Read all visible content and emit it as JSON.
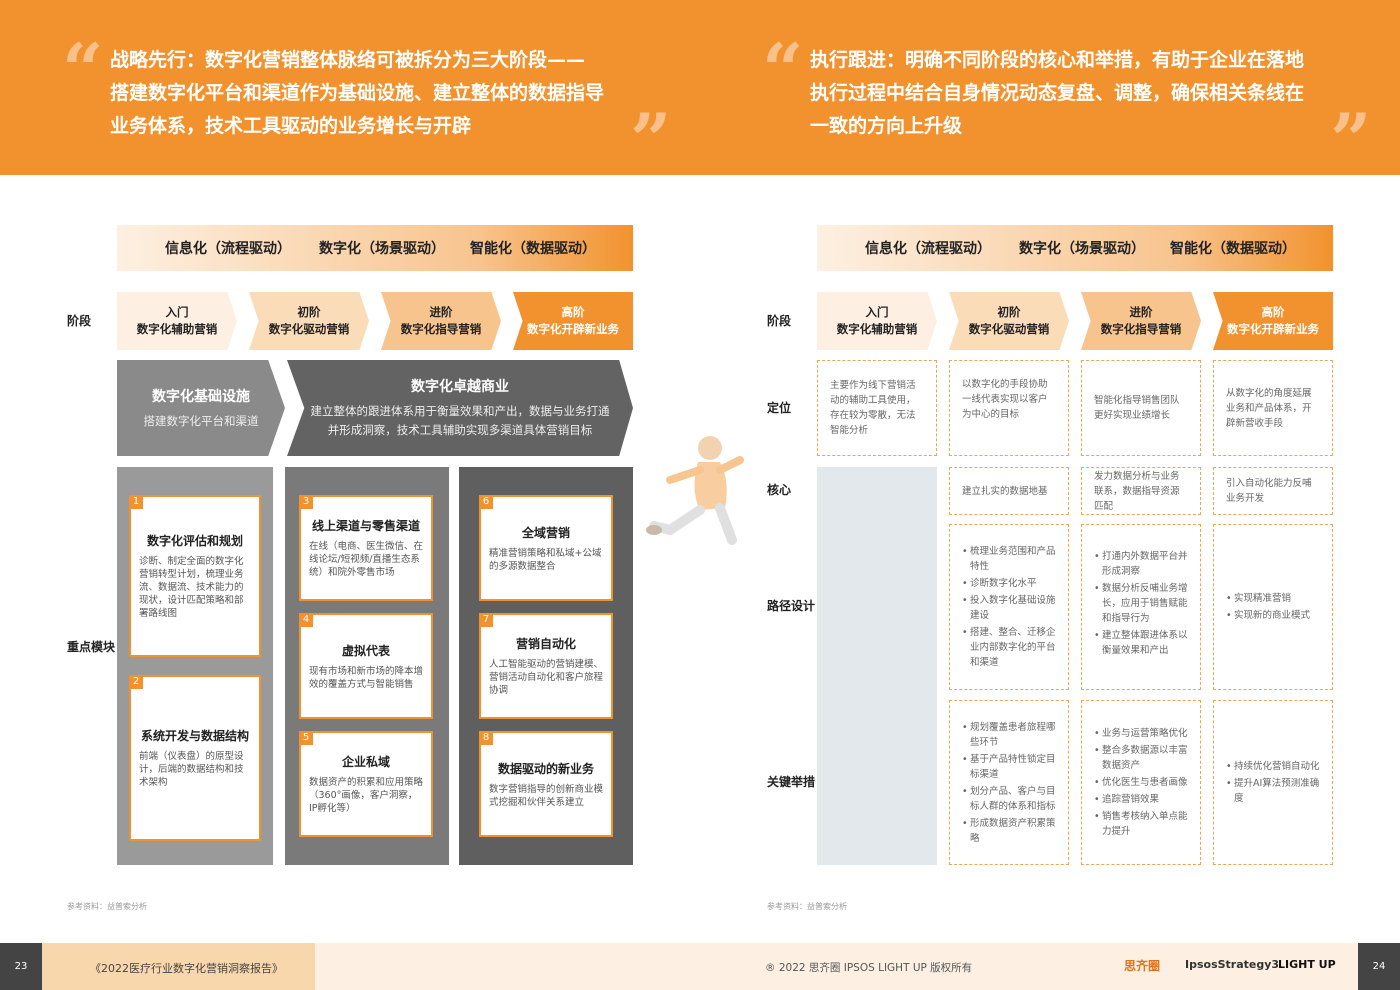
{
  "left_quote": {
    "lines": [
      "战略先行：数字化营销整体脉络可被拆分为三大阶段——",
      "搭建数字化平台和渠道作为基础设施、建立整体的数据指导",
      "业务体系，技术工具驱动的业务增长与开辟"
    ]
  },
  "right_quote": {
    "lines": [
      "执行跟进：明确不同阶段的核心和举措，有助于企业在落地",
      "执行过程中结合自身情况动态复盘、调整，确保相关条线在",
      "一致的方向上升级"
    ]
  },
  "phase_header": [
    "信息化（流程驱动）",
    "数字化（场景驱动）",
    "智能化（数据驱动）"
  ],
  "stage_label": "阶段",
  "stages": [
    {
      "l1": "入门",
      "l2": "数字化辅助营销"
    },
    {
      "l1": "初阶",
      "l2": "数字化驱动营销"
    },
    {
      "l1": "进阶",
      "l2": "数字化指导营销"
    },
    {
      "l1": "高阶",
      "l2": "数字化开辟新业务"
    }
  ],
  "infra": {
    "title": "数字化基础设施",
    "sub": "搭建数字化平台和渠道"
  },
  "excellence": {
    "title": "数字化卓越商业",
    "sub1": "建立整体的跟进体系用于衡量效果和产出，数据与业务打通",
    "sub2": "并形成洞察，技术工具辅助实现多渠道具体营销目标"
  },
  "module_label": "重点模块",
  "cards": [
    {
      "num": "1",
      "title": "数字化评估和规划",
      "desc": "诊断、制定全面的数字化营销转型计划，梳理业务流、数据流、技术能力的现状，设计匹配策略和部署路线图"
    },
    {
      "num": "2",
      "title": "系统开发与数据结构",
      "desc": "前端（仪表盘）的原型设计，后端的数据结构和技术架构"
    },
    {
      "num": "3",
      "title": "线上渠道与零售渠道",
      "desc": "在线（电商、医生微信、在线论坛/短视频/直播生态系统）和院外零售市场"
    },
    {
      "num": "4",
      "title": "虚拟代表",
      "desc": "现有市场和新市场的降本增效的覆盖方式与智能销售"
    },
    {
      "num": "5",
      "title": "企业私域",
      "desc": "数据资产的积累和应用策略（360°画像，客户洞察，IP孵化等）"
    },
    {
      "num": "6",
      "title": "全域营销",
      "desc": "精准营销策略和私域+公域的多源数据整合"
    },
    {
      "num": "7",
      "title": "营销自动化",
      "desc": "人工智能驱动的营销建模、营销活动自动化和客户旅程协调"
    },
    {
      "num": "8",
      "title": "数据驱动的新业务",
      "desc": "数字营销指导的创新商业模式挖掘和伙伴关系建立"
    }
  ],
  "source_note": "参考资料：益普索分析",
  "right_rows": {
    "position": "定位",
    "core": "核心",
    "path": "路径设计",
    "action": "关键举措"
  },
  "positioning": [
    "主要作为线下营销活动的辅助工具使用，存在较为零散，无法智能分析",
    "以数字化的手段协助一线代表实现以客户为中心的目标",
    "智能化指导销售团队更好实现业绩增长",
    "从数字化的角度延展业务和产品体系，开辟新营收手段"
  ],
  "core": [
    "",
    "建立扎实的数据地基",
    "发力数据分析与业务联系，数据指导资源匹配",
    "引入自动化能力反哺业务开发"
  ],
  "path": [
    [],
    [
      "梳理业务范围和产品特性",
      "诊断数字化水平",
      "投入数字化基础设施建设",
      "搭建、整合、迁移企业内部数字化的平台和渠道"
    ],
    [
      "打通内外数据平台并形成洞察",
      "数据分析反哺业务增长，应用于销售赋能和指导行为",
      "建立整体跟进体系以衡量效果和产出"
    ],
    [
      "实现精准营销",
      "实现新的商业模式"
    ]
  ],
  "actions": [
    [],
    [
      "规划覆盖患者旅程哪些环节",
      "基于产品特性锁定目标渠道",
      "划分产品、客户与目标人群的体系和指标",
      "形成数据资产积累策略"
    ],
    [
      "业务与运营策略优化",
      "整合多数据源以丰富数据资产",
      "优化医生与患者画像",
      "追踪营销效果",
      "销售考核纳入单点能力提升"
    ],
    [
      "持续优化营销自动化",
      "提升AI算法预测准确度"
    ]
  ],
  "footer": {
    "left_page": "23",
    "report": "《2022医疗行业数字化营销洞察报告》",
    "copyright": "® 2022 思齐圈 IPSOS LIGHT UP 版权所有",
    "logo1": "思齐圈",
    "logo2": "IpsosStrategy3",
    "logo3": "LIGHT UP",
    "right_page": "24"
  },
  "colors": {
    "accent": "#f2922e",
    "dark": "#555555",
    "grey": "#888888"
  }
}
